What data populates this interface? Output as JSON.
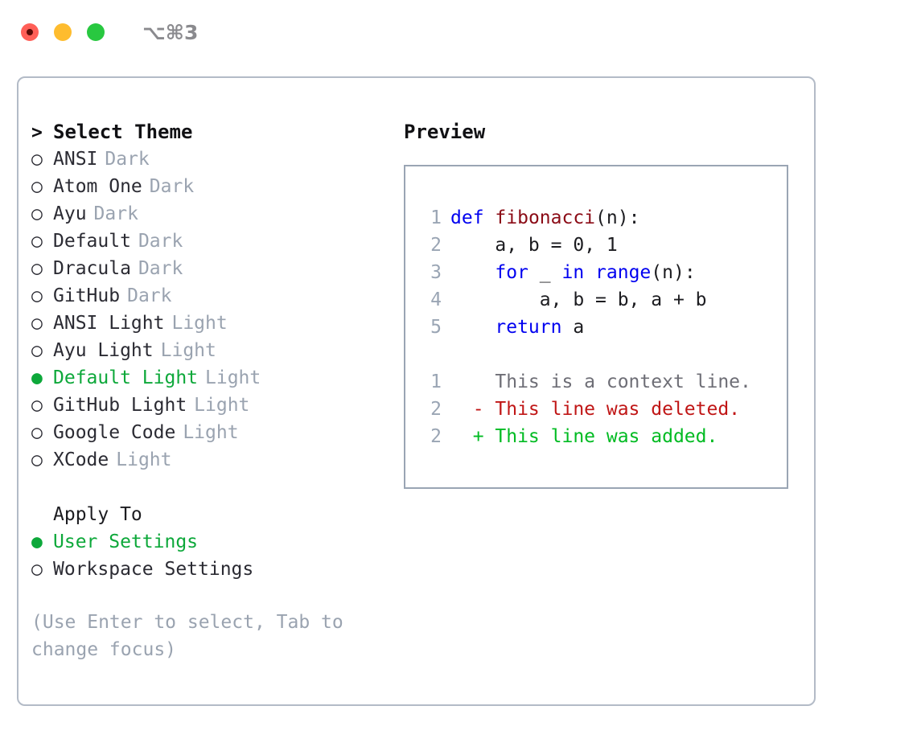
{
  "titlebar": {
    "shortcut": "⌥⌘3",
    "buttons": [
      {
        "name": "close",
        "color": "#ff5f57"
      },
      {
        "name": "minimize",
        "color": "#febc2e"
      },
      {
        "name": "maximize",
        "color": "#28c840"
      }
    ]
  },
  "theme_picker": {
    "header": "Select Theme",
    "header_marker": ">",
    "selected_marker": "●",
    "unselected_marker": "○",
    "items": [
      {
        "name": "ANSI",
        "tag": "Dark",
        "selected": false
      },
      {
        "name": "Atom One",
        "tag": "Dark",
        "selected": false
      },
      {
        "name": "Ayu",
        "tag": "Dark",
        "selected": false
      },
      {
        "name": "Default",
        "tag": "Dark",
        "selected": false
      },
      {
        "name": "Dracula",
        "tag": "Dark",
        "selected": false
      },
      {
        "name": "GitHub",
        "tag": "Dark",
        "selected": false
      },
      {
        "name": "ANSI Light",
        "tag": "Light",
        "selected": false
      },
      {
        "name": "Ayu Light",
        "tag": "Light",
        "selected": false
      },
      {
        "name": "Default Light",
        "tag": "Light",
        "selected": true
      },
      {
        "name": "GitHub Light",
        "tag": "Light",
        "selected": false
      },
      {
        "name": "Google Code",
        "tag": "Light",
        "selected": false
      },
      {
        "name": "XCode",
        "tag": "Light",
        "selected": false
      }
    ]
  },
  "apply_to": {
    "header": "Apply To",
    "items": [
      {
        "name": "User Settings",
        "selected": true
      },
      {
        "name": "Workspace Settings",
        "selected": false
      }
    ]
  },
  "hint": "(Use Enter to select, Tab to change focus)",
  "preview": {
    "title": "Preview",
    "code_lines": [
      {
        "no": "1",
        "tokens": [
          {
            "t": "def",
            "c": "kw"
          },
          {
            "t": " ",
            "c": "plain"
          },
          {
            "t": "fibonacci",
            "c": "fn"
          },
          {
            "t": "(n):",
            "c": "plain"
          }
        ]
      },
      {
        "no": "2",
        "tokens": [
          {
            "t": "    a, b = 0, 1",
            "c": "plain"
          }
        ]
      },
      {
        "no": "3",
        "tokens": [
          {
            "t": "    ",
            "c": "plain"
          },
          {
            "t": "for",
            "c": "kw"
          },
          {
            "t": " _ ",
            "c": "plain"
          },
          {
            "t": "in",
            "c": "kw"
          },
          {
            "t": " ",
            "c": "plain"
          },
          {
            "t": "range",
            "c": "kw"
          },
          {
            "t": "(n):",
            "c": "plain"
          }
        ]
      },
      {
        "no": "4",
        "tokens": [
          {
            "t": "        a, b = b, a + b",
            "c": "plain"
          }
        ]
      },
      {
        "no": "5",
        "tokens": [
          {
            "t": "    ",
            "c": "plain"
          },
          {
            "t": "return",
            "c": "kw"
          },
          {
            "t": " a",
            "c": "plain"
          }
        ]
      }
    ],
    "diff_lines": [
      {
        "no": "1",
        "sign": " ",
        "text": "This is a context line.",
        "kind": "ctx"
      },
      {
        "no": "2",
        "sign": "-",
        "text": "This line was deleted.",
        "kind": "del"
      },
      {
        "no": "2",
        "sign": "+",
        "text": "This line was added.",
        "kind": "add"
      }
    ]
  },
  "colors": {
    "accent_green": "#0da83a",
    "muted": "#9aa3b0",
    "border": "#b3bbc7",
    "preview_border": "#9aa5b4",
    "keyword": "#0000f0",
    "function": "#8b0b16",
    "diff_add": "#00bb22",
    "diff_del": "#c01616"
  }
}
